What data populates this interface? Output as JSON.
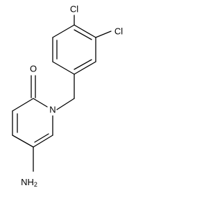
{
  "molecule": {
    "atoms": {
      "cl_top": "Cl",
      "cl_right": "Cl",
      "oxygen": "O",
      "nitrogen": "N",
      "amine": "NH",
      "amine_subscript": "2"
    }
  },
  "colors": {
    "bond": "#000000",
    "text": "#000000",
    "background": "#ffffff"
  }
}
